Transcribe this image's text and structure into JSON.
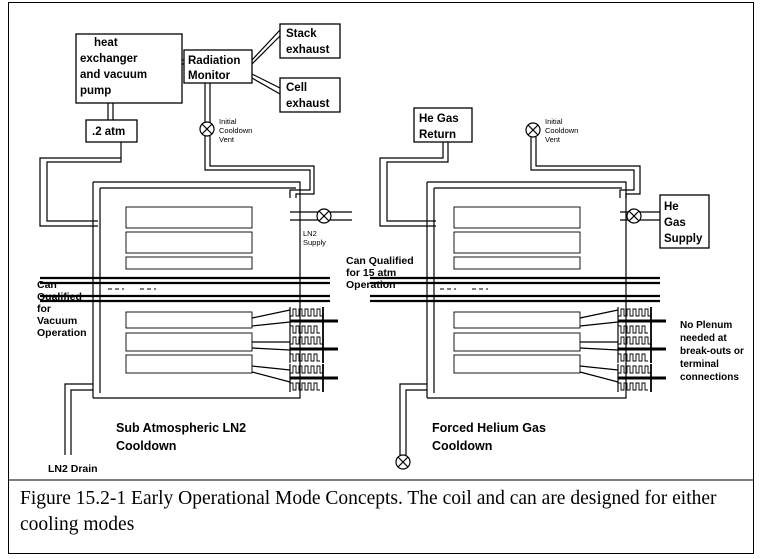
{
  "left_diagram": {
    "heat_exchanger_lines": [
      "heat",
      "exchanger",
      "and vacuum",
      "pump"
    ],
    "radiation_monitor_lines": [
      "Radiation",
      "Monitor"
    ],
    "stack_exhaust_lines": [
      "Stack",
      "exhaust"
    ],
    "cell_exhaust_lines": [
      "Cell",
      "exhaust"
    ],
    "pressure": ".2 atm",
    "vent_lines": [
      "Initial",
      "Cooldown",
      "Vent"
    ],
    "supply_lines": [
      "LN2",
      "Supply"
    ],
    "can_note_lines": [
      "Can",
      "Qualified",
      "for",
      "Vacuum",
      "Operation"
    ],
    "mode_lines": [
      "Sub Atmospheric LN2",
      "Cooldown"
    ],
    "drain": "LN2 Drain"
  },
  "right_diagram": {
    "return_lines": [
      "He Gas",
      "Return"
    ],
    "vent_lines": [
      "Initial",
      "Cooldown",
      "Vent"
    ],
    "supply_lines": [
      "He",
      "Gas",
      "Supply"
    ],
    "can_note_lines": [
      "Can Qualified",
      "for 15 atm",
      "Operation"
    ],
    "plenum_note_lines": [
      "No Plenum",
      "needed at",
      "break-outs or",
      "terminal",
      "connections"
    ],
    "mode_lines": [
      "Forced Helium Gas",
      "Cooldown"
    ]
  },
  "caption": "Figure 15.2-1 Early Operational Mode Concepts. The coil and can are designed for either cooling modes"
}
